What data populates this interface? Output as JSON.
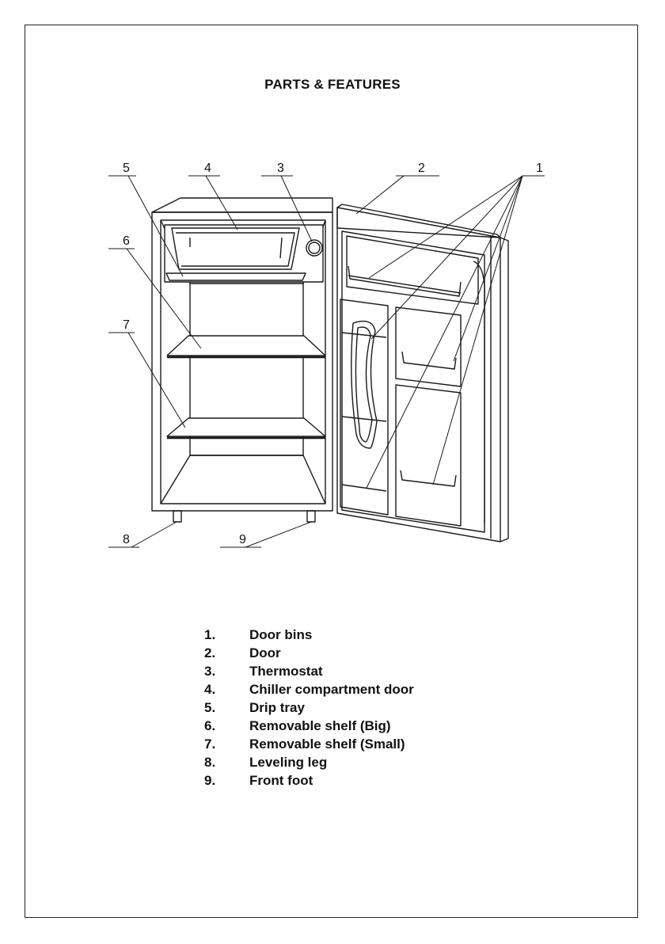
{
  "page": {
    "title": "PARTS & FEATURES"
  },
  "diagram": {
    "callouts": [
      "1",
      "2",
      "3",
      "4",
      "5",
      "6",
      "7",
      "8",
      "9"
    ]
  },
  "parts": [
    {
      "num": "1.",
      "label": "Door bins"
    },
    {
      "num": "2.",
      "label": "Door"
    },
    {
      "num": "3.",
      "label": "Thermostat"
    },
    {
      "num": "4.",
      "label": "Chiller compartment door"
    },
    {
      "num": "5.",
      "label": "Drip tray"
    },
    {
      "num": "6.",
      "label": "Removable shelf (Big)"
    },
    {
      "num": "7.",
      "label": "Removable shelf (Small)"
    },
    {
      "num": "8.",
      "label": "Leveling leg"
    },
    {
      "num": "9.",
      "label": "Front foot"
    }
  ]
}
